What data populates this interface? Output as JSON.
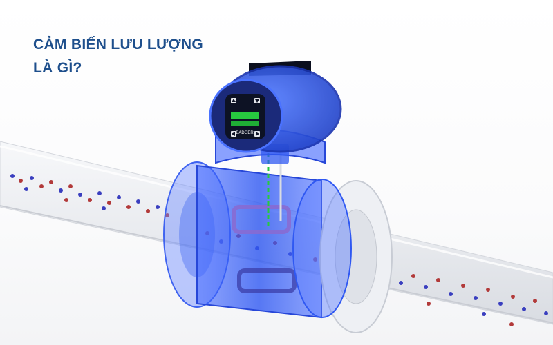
{
  "headline": {
    "line1": "CẢM BIẾN LƯU LƯỢNG",
    "line2": "LÀ GÌ?"
  },
  "image": {
    "subject": "electromagnetic-flow-meter-on-pipe",
    "display_label": "BADGER"
  },
  "colors": {
    "headline": "#1e4f8c",
    "meter_blue": "#2a55f0",
    "particle_red": "#b23a3a",
    "particle_blue": "#3a3fbf",
    "display_green": "#27c93f"
  },
  "icons": [
    "up-arrow-icon",
    "down-arrow-icon",
    "left-arrow-icon",
    "right-arrow-icon"
  ]
}
